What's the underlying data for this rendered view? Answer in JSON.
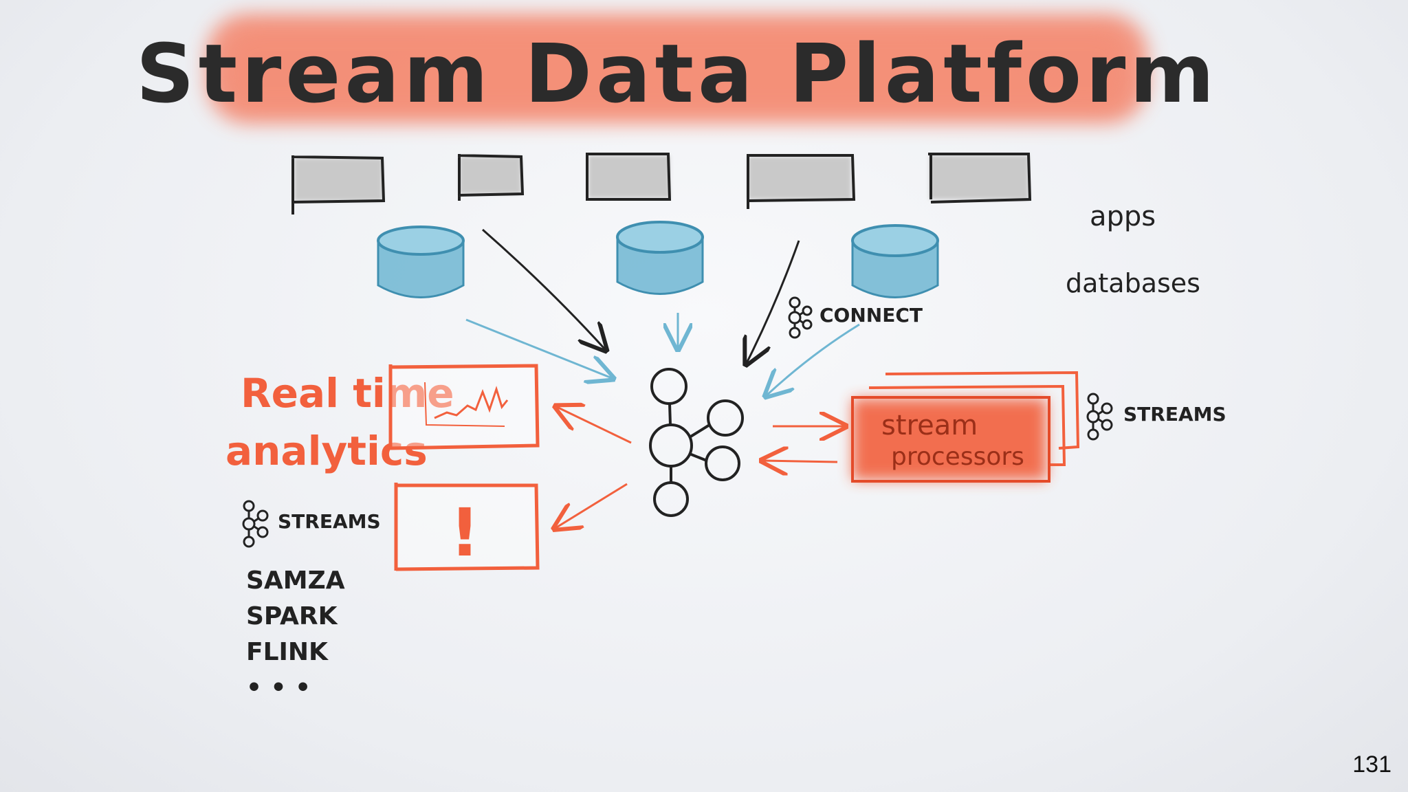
{
  "slide": {
    "title": "Stream Data Platform",
    "page_number": "131"
  },
  "labels": {
    "apps": "apps",
    "databases": "databases",
    "connect": "CONNECT",
    "streams_right": "STREAMS",
    "streams_left": "STREAMS",
    "stream_processors_line1": "stream",
    "stream_processors_line2": "processors",
    "realtime_line1": "Real time",
    "realtime_line2": "analytics",
    "alert_symbol": "!"
  },
  "frameworks": [
    "SAMZA",
    "SPARK",
    "FLINK",
    "• • •"
  ],
  "colors": {
    "title_highlight": "#f47a5e",
    "accent_red": "#f2603d",
    "database_blue": "#6fb6d2",
    "app_grey": "#c9c9c9",
    "ink": "#222222"
  },
  "icons": {
    "kafka_logo": "kafka-logo-icon",
    "database": "database-cylinder-icon",
    "app": "app-box-icon"
  }
}
